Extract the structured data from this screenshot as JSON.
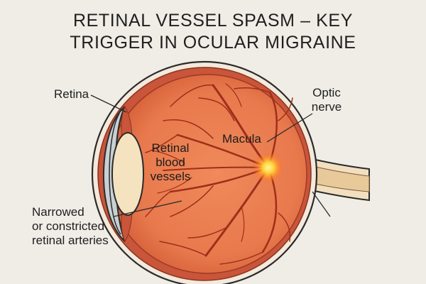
{
  "title": {
    "line1": "RETINAL VESSEL SPASM – KEY",
    "line2": "TRIGGER IN OCULAR MIGRAINE"
  },
  "labels": {
    "retina": "Retina",
    "optic_nerve_line1": "Optic",
    "optic_nerve_line2": "nerve",
    "macula": "Macula",
    "vessels_line1": "Retinal",
    "vessels_line2": "blood",
    "vessels_line3": "vessels",
    "narrowed_line1": "Narrowed",
    "narrowed_line2": "or constricted",
    "narrowed_line3": "retinal arteries"
  },
  "colors": {
    "background": "#efede6",
    "eyeball_fill": "#e8794d",
    "vessel": "#9e2f1b",
    "outline": "#2b2b2b",
    "lens": "#f5e3bf",
    "cornea": "#c9d0d3",
    "optic_nerve": "#e8c99a",
    "macula_glow": "#ffd23a"
  }
}
